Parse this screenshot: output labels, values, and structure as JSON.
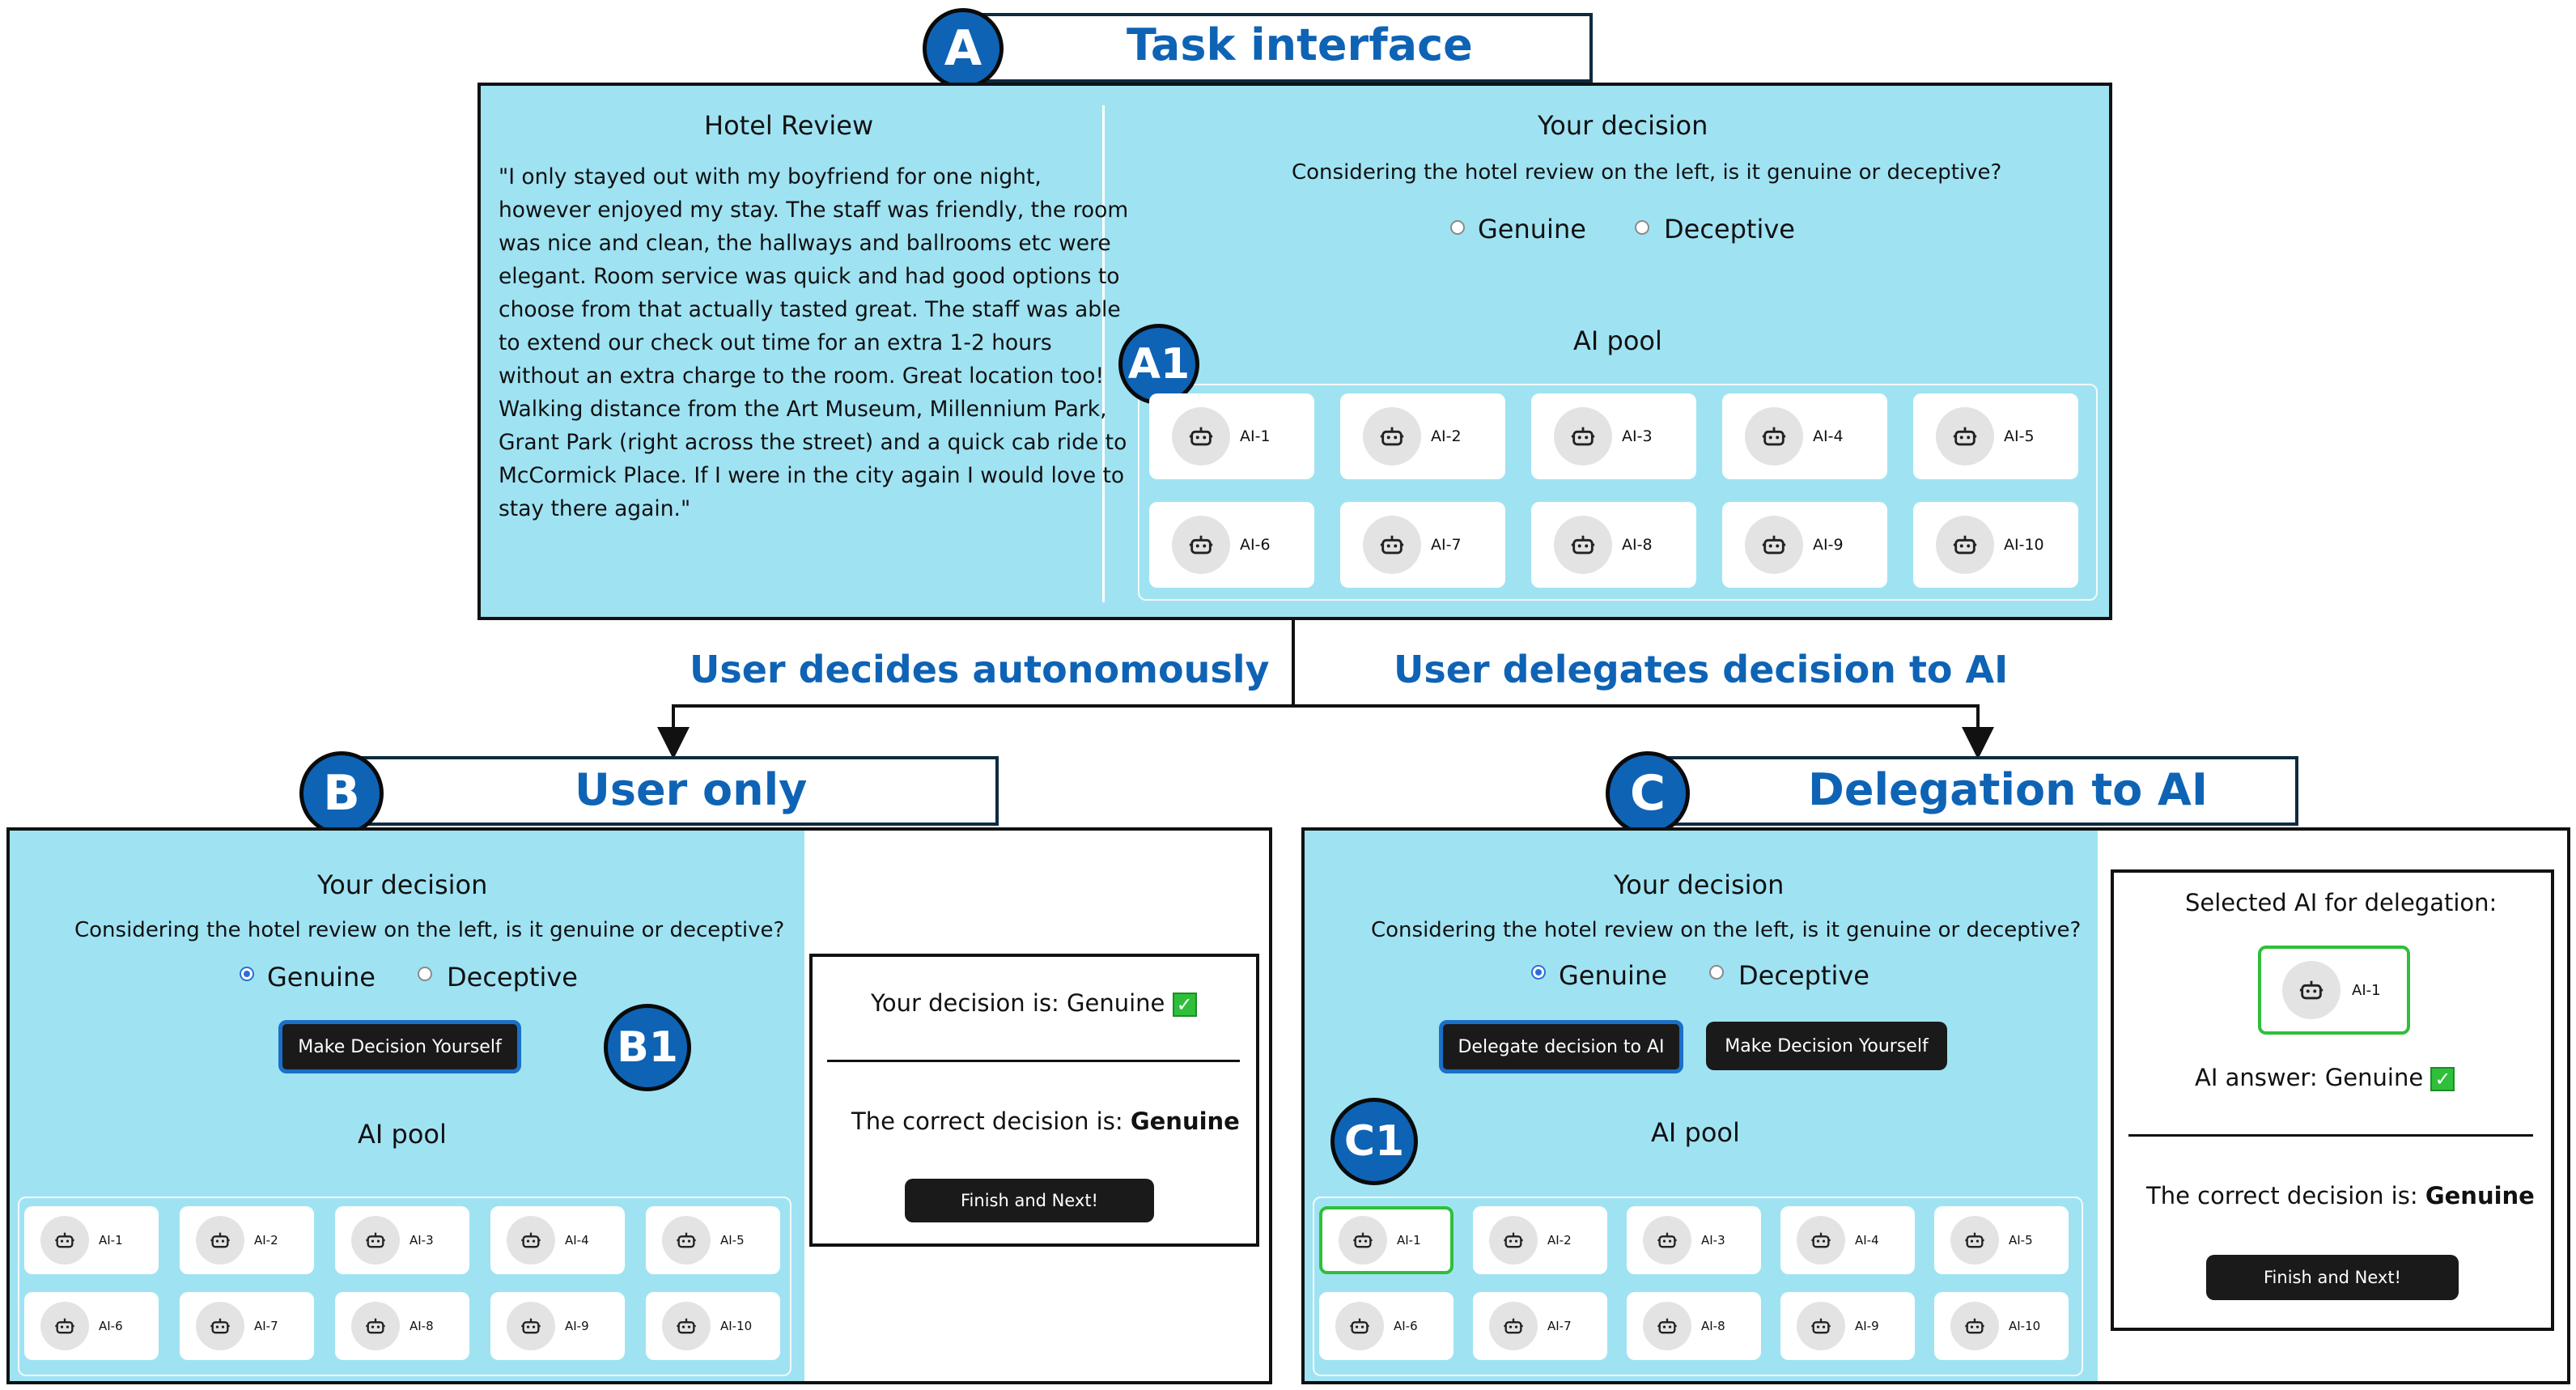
{
  "labels": {
    "a": "A",
    "a1": "A1",
    "b": "B",
    "b1": "B1",
    "c": "C",
    "c1": "C1",
    "task_interface": "Task interface",
    "user_only": "User only",
    "delegation": "Delegation to AI",
    "branch_left": "User decides autonomously",
    "branch_right": "User delegates decision to AI"
  },
  "task": {
    "review_title": "Hotel Review",
    "review_lines": [
      "\"I only stayed out with my boyfriend for one night,",
      "however enjoyed my stay. The staff was friendly, the room",
      "was nice and clean, the hallways and ballrooms etc were",
      "elegant. Room service was quick and had good options to",
      "choose from that actually tasted great. The staff was able",
      "to extend our check out time for an extra 1-2 hours",
      "without an extra charge to the room. Great location too!",
      "Walking distance from the Art Museum, Millennium Park,",
      "Grant Park (right across the street) and a quick cab ride to",
      "McCormick Place. If I were in the city again I would love to",
      "stay there again.\""
    ],
    "decision_title": "Your decision",
    "question": "Considering the hotel review on the left, is it genuine or deceptive?",
    "option_genuine": "Genuine",
    "option_deceptive": "Deceptive",
    "pool_title": "AI pool"
  },
  "ai_agents": [
    "AI-1",
    "AI-2",
    "AI-3",
    "AI-4",
    "AI-5",
    "AI-6",
    "AI-7",
    "AI-8",
    "AI-9",
    "AI-10"
  ],
  "icons": {
    "agent": "robot-icon",
    "correct": "checkmark-icon"
  },
  "user_only": {
    "make_decision_button": "Make Decision Yourself",
    "result_prefix": "Your decision is: Genuine",
    "correct_prefix": "The correct decision is: ",
    "correct_value": "Genuine",
    "finish_button": "Finish and Next!"
  },
  "delegation": {
    "delegate_button": "Delegate decision to AI",
    "make_decision_button": "Make Decision Yourself",
    "selected_title": "Selected AI for delegation:",
    "selected_ai": "AI-1",
    "ai_answer": "AI answer:  Genuine",
    "correct_prefix": "The correct decision is: ",
    "correct_value": "Genuine",
    "finish_button": "Finish and Next!"
  },
  "colors": {
    "panel": "#9fe3f3",
    "accent_blue": "#0e63b5",
    "selected_green": "#2fbf3a",
    "button_dark": "#1a1a1a"
  }
}
